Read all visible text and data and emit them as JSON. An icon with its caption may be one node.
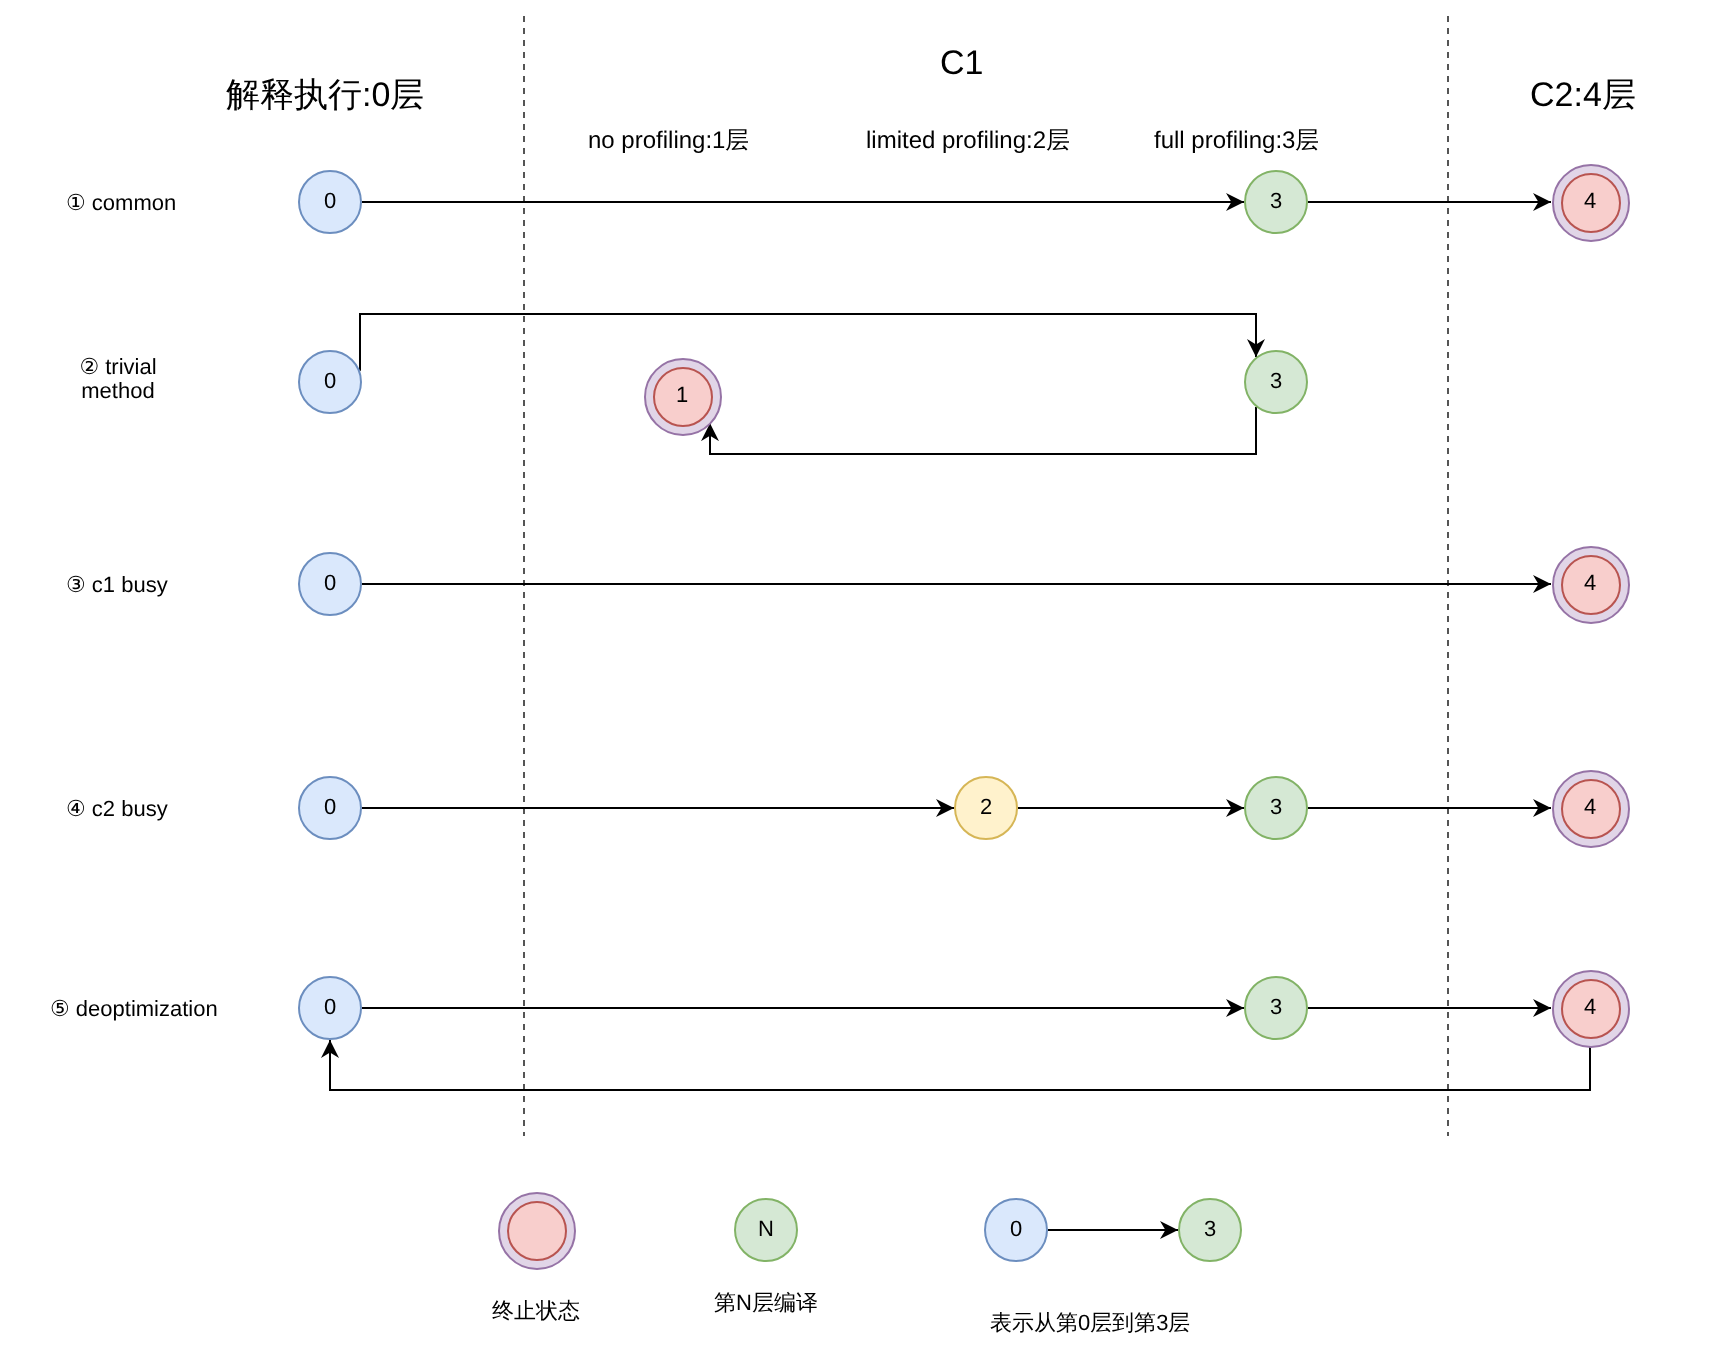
{
  "diagram": {
    "nodes": [
      {
        "text": [
          "0"
        ]
      },
      {
        "text": [
          "3"
        ]
      },
      {
        "text": [
          "4"
        ]
      },
      {
        "text": [
          "0"
        ]
      },
      {
        "text": [
          "1"
        ]
      },
      {
        "text": [
          "3"
        ]
      },
      {
        "text": [
          "0"
        ]
      },
      {
        "text": [
          "4"
        ]
      },
      {
        "text": [
          "0"
        ]
      },
      {
        "text": [
          "2"
        ]
      },
      {
        "text": [
          "3"
        ]
      },
      {
        "text": [
          "4"
        ]
      },
      {
        "text": [
          "0"
        ]
      },
      {
        "text": [
          "3"
        ]
      },
      {
        "text": [
          "4"
        ]
      },
      {
        "text": [],
        "shape": "circle",
        "beside": [
          "终止状态"
        ]
      },
      {
        "text": [
          "N"
        ],
        "beside": [
          "第N层编译"
        ]
      },
      {
        "text": [
          "0"
        ]
      },
      {
        "text": [
          "3"
        ]
      }
    ],
    "edges": [
      {
        "from": 0,
        "to": 1,
        "arrow": "to"
      },
      {
        "from": 1,
        "to": 2,
        "arrow": "to"
      },
      {
        "from": 3,
        "to": 5,
        "arrow": "to"
      },
      {
        "from": 5,
        "to": 4,
        "arrow": "to"
      },
      {
        "from": 6,
        "to": 7,
        "arrow": "to"
      },
      {
        "from": 8,
        "to": 9,
        "arrow": "to"
      },
      {
        "from": 9,
        "to": 10,
        "arrow": "to"
      },
      {
        "from": 10,
        "to": 11,
        "arrow": "to"
      },
      {
        "from": 12,
        "to": 13,
        "arrow": "to"
      },
      {
        "from": 13,
        "to": 14,
        "arrow": "to"
      },
      {
        "from": 14,
        "to": 12,
        "arrow": "to"
      },
      {
        "from": 17,
        "to": 18,
        "arrow": "to"
      }
    ],
    "labels": [
      "解释执行:0层",
      "C1",
      "C2:4层",
      "no profiling:1层",
      "limited profiling:2层",
      "full profiling:3层",
      "① common",
      "② trivial method",
      "③ c1 busy",
      "④ c2 busy",
      "⑤ deoptimization",
      "表示从第0层到第3层"
    ]
  }
}
